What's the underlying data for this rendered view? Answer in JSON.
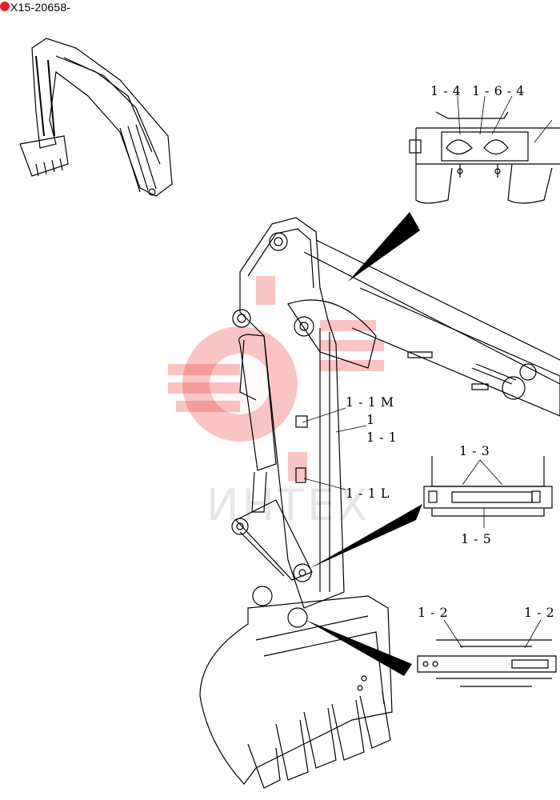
{
  "header": {
    "part_code": "X15-20658-",
    "brand_color": "#e3202a"
  },
  "watermark": {
    "text": "ИНТЕХ",
    "color": "#ef3b3b"
  },
  "callouts": {
    "a": "1-4",
    "b": "1-6-4",
    "c": "1-1M",
    "d": "1",
    "e": "1-1",
    "f": "1-1L",
    "g": "1-3",
    "h": "1-5",
    "i": "1-2",
    "j": "1-2"
  }
}
